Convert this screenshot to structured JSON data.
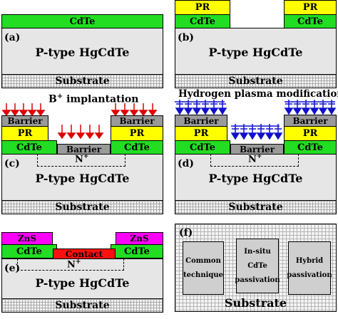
{
  "panels": {
    "a": {
      "label": "(a)",
      "cdte": "CdTe",
      "hgcdte": "P-type HgCdTe",
      "substrate": "Substrate"
    },
    "b": {
      "label": "(b)",
      "pr": "PR",
      "cdte": "CdTe",
      "hgcdte": "P-type HgCdTe",
      "substrate": "Substrate"
    },
    "c": {
      "label": "(c)",
      "annotation": "B",
      "annotation_sup": "+",
      "annotation_rest": " implantation",
      "barrier": "Barrier",
      "pr": "PR",
      "cdte": "CdTe",
      "n": "N",
      "n_sup": "+",
      "hgcdte": "P-type HgCdTe",
      "substrate": "Substrate"
    },
    "d": {
      "label": "(d)",
      "annotation": "Hydrogen plasma modification",
      "barrier": "Barrier",
      "pr": "PR",
      "cdte": "CdTe",
      "n": "N",
      "n_sup": "+",
      "hgcdte": "P-type HgCdTe",
      "substrate": "Substrate"
    },
    "e": {
      "label": "(e)",
      "zns": "ZnS",
      "cdte": "CdTe",
      "contact": "Contact",
      "n": "N",
      "n_sup": "+",
      "hgcdte": "P-type HgCdTe",
      "substrate": "Substrate"
    },
    "f": {
      "label": "(f)",
      "box1": "Common technique",
      "box2": "In-situ CdTe passivation",
      "box3": "Hybrid passivation",
      "substrate": "Substrate"
    }
  },
  "colors": {
    "cdte": "#22dd22",
    "pr": "#ffff00",
    "barrier": "#9a9a9a",
    "zns": "#ff00ff",
    "contact": "#ff1010",
    "hgcdte": "#e6e6e6",
    "arrow_red": "#dd0000",
    "arrow_blue": "#1010cc"
  }
}
